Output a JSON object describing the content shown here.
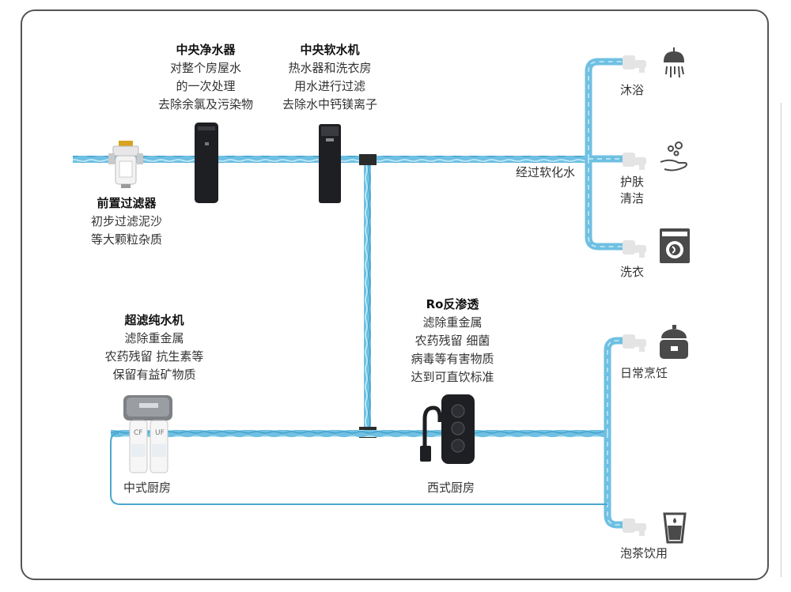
{
  "components": {
    "pre_filter": {
      "title": "前置过滤器",
      "lines": [
        "初步过滤泥沙",
        "等大颗粒杂质"
      ]
    },
    "central_purifier": {
      "title": "中央净水器",
      "lines": [
        "对整个房屋水",
        "的一次处理",
        "去除余氯及污染物"
      ]
    },
    "central_softener": {
      "title": "中央软水机",
      "lines": [
        "热水器和洗衣房",
        "用水进行过滤",
        "去除水中钙镁离子"
      ]
    },
    "uf_purifier": {
      "title": "超滤纯水机",
      "lines": [
        "滤除重金属",
        "农药残留 抗生素等",
        "保留有益矿物质"
      ]
    },
    "ro": {
      "title": "Ro反渗透",
      "lines": [
        "滤除重金属",
        "农药残留 细菌",
        "病毒等有害物质",
        "达到可直饮标准"
      ]
    }
  },
  "pipe_label": "经过软化水",
  "kitchens": {
    "chinese": "中式厨房",
    "western": "西式厨房"
  },
  "uf_cartridges": [
    "CF",
    "UF"
  ],
  "outputs": {
    "shower": "沐浴",
    "skincare_1": "护肤",
    "skincare_2": "清洁",
    "laundry": "洗衣",
    "cooking": "日常烹饪",
    "tea": "泡茶饮用"
  },
  "colors": {
    "pipe": "#5bb7dc",
    "pipe_light": "#a9dcef",
    "thin_line": "#4aa8cf",
    "frame": "#555555",
    "device": "#1e1f22"
  }
}
